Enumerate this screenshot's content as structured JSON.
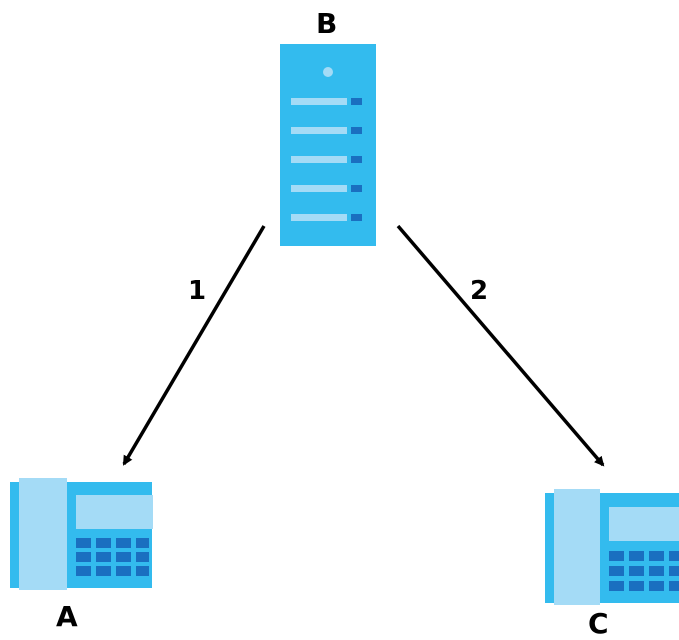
{
  "nodes": {
    "server": {
      "label": "B",
      "icon": "server-icon"
    },
    "phone_a": {
      "label": "A",
      "icon": "desk-phone-icon"
    },
    "phone_c": {
      "label": "C",
      "icon": "desk-phone-icon"
    }
  },
  "edges": [
    {
      "label": "1",
      "from": "B",
      "to": "A"
    },
    {
      "label": "2",
      "from": "B",
      "to": "C"
    }
  ],
  "colors": {
    "device_body": "#33bbee",
    "device_light": "#a4dbf6",
    "device_dark": "#1a6fc0",
    "arrow": "#000000"
  }
}
